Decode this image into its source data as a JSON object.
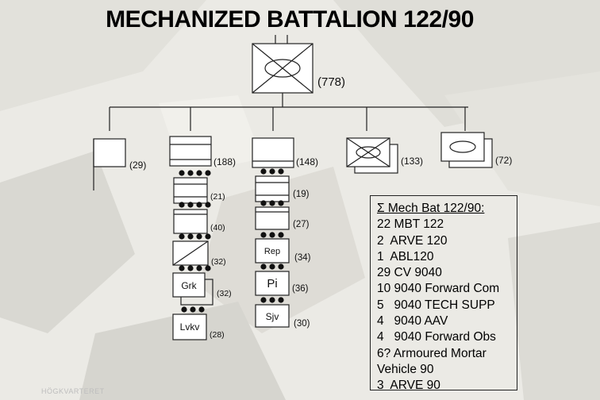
{
  "title": "MECHANIZED BATTALION 122/90",
  "hq": {
    "count": "(778)"
  },
  "companies": [
    {
      "id": "staff",
      "count": "(29)"
    },
    {
      "id": "tank",
      "count": "(188)",
      "subunits": [
        {
          "label": "",
          "count": "(21)"
        },
        {
          "label": "",
          "count": "(40)"
        },
        {
          "label": "",
          "count": "(32)"
        },
        {
          "label": "Grk",
          "count": "(32)"
        },
        {
          "label": "Lvkv",
          "count": "(28)"
        }
      ]
    },
    {
      "id": "support",
      "count": "(148)",
      "subunits": [
        {
          "label": "",
          "count": "(19)"
        },
        {
          "label": "",
          "count": "(27)"
        },
        {
          "label": "Rep",
          "count": "(34)"
        },
        {
          "label": "Pi",
          "count": "(36)"
        },
        {
          "label": "Sjv",
          "count": "(30)"
        }
      ]
    },
    {
      "id": "infantry",
      "count": "(133)"
    },
    {
      "id": "mech",
      "count": "(72)"
    }
  ],
  "summary": {
    "heading": "Σ Mech Bat 122/90:",
    "lines": [
      "22 MBT 122",
      "2  ARVE 120",
      "1  ABL120",
      "29 CV 9040",
      "10 9040 Forward Com",
      "5   9040 TECH SUPP",
      "4   9040 AAV",
      "4   9040 Forward Obs",
      "6? Armoured Mortar",
      "Vehicle 90",
      "3  ARVE 90"
    ]
  },
  "footer": "HÖGKVARTERET",
  "colors": {
    "line": "#222222",
    "box_fill": "#ffffff",
    "background": "#e9e8e3"
  }
}
